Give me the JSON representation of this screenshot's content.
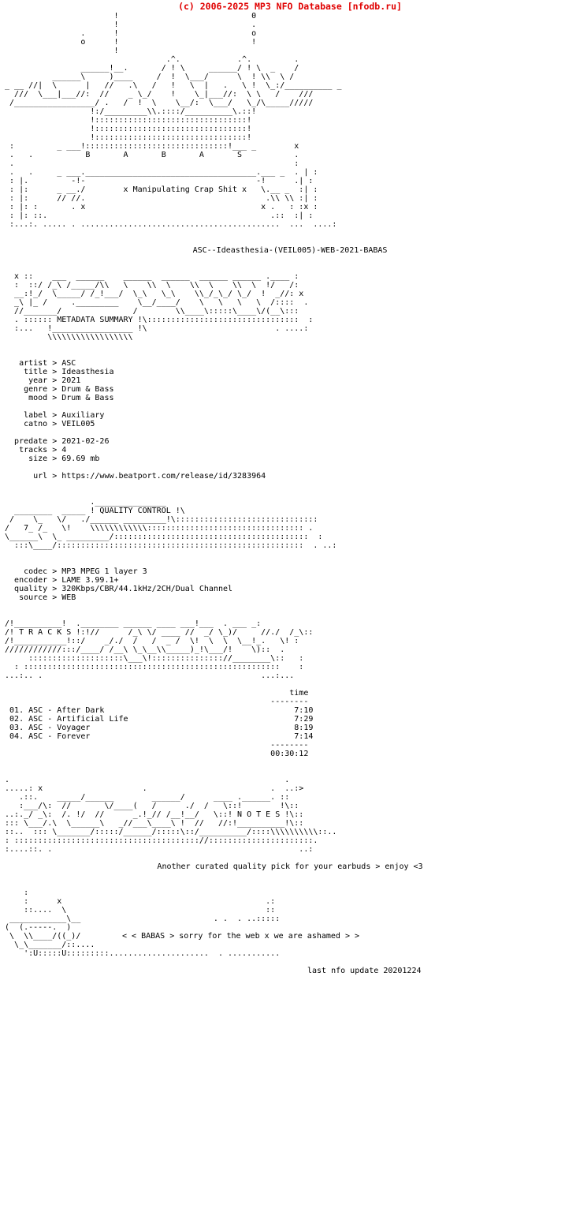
{
  "site_header": "(c) 2006-2025 MP3 NFO Database [nfodb.ru]",
  "group": {
    "name": "BABAS",
    "letters": "B       A       B       A       S",
    "tagline": "x Manipulating Crap Shit x"
  },
  "release": {
    "dirname": "ASC--Ideasthesia-(VEIL005)-WEB-2021-BABAS"
  },
  "sections": {
    "metadata_label": "METADATA SUMMARY",
    "quality_label": "QUALITY CONTROL",
    "tracks_label": "T R A C K S",
    "notes_label": "N O T E S"
  },
  "metadata": {
    "rows": [
      {
        "key": "artist",
        "sep": ">",
        "value": "ASC"
      },
      {
        "key": "title",
        "sep": ">",
        "value": "Ideasthesia"
      },
      {
        "key": "year",
        "sep": ">",
        "value": "2021"
      },
      {
        "key": "genre",
        "sep": ">",
        "value": "Drum & Bass"
      },
      {
        "key": "mood",
        "sep": ">",
        "value": "Drum & Bass"
      },
      {
        "key": "label",
        "sep": ">",
        "value": "Auxiliary"
      },
      {
        "key": "catno",
        "sep": ">",
        "value": "VEIL005"
      },
      {
        "key": "predate",
        "sep": ">",
        "value": "2021-02-26"
      },
      {
        "key": "tracks",
        "sep": ">",
        "value": "4"
      },
      {
        "key": "size",
        "sep": ">",
        "value": "69.69 mb"
      },
      {
        "key": "url",
        "sep": ">",
        "value": "https://www.beatport.com/release/id/3283964"
      }
    ],
    "text": "    artist > ASC\n     title > Ideasthesia\n      year > 2021\n     genre > Drum & Bass\n      mood > Drum & Bass\n\n     label > Auxiliary\n     catno > VEIL005\n\n   predate > 2021-02-26\n    tracks > 4\n      size > 69.69 mb\n\n       url > https://www.beatport.com/release/id/3283964"
  },
  "quality": {
    "rows": [
      {
        "key": "codec",
        "sep": ">",
        "value": "MP3 MPEG 1 layer 3"
      },
      {
        "key": "encoder",
        "sep": ">",
        "value": "LAME 3.99.1+"
      },
      {
        "key": "quality",
        "sep": ">",
        "value": "320Kbps/CBR/44.1kHz/2CH/Dual Channel"
      },
      {
        "key": "source",
        "sep": ">",
        "value": "WEB"
      }
    ],
    "text": "     codec > MP3 MPEG 1 layer 3\n   encoder > LAME 3.99.1+\n   quality > 320Kbps/CBR/44.1kHz/2CH/Dual Channel\n    source > WEB"
  },
  "tracklist": {
    "time_header": "time",
    "divider": "--------",
    "total": "00:30:12",
    "tracks": [
      {
        "num": "01.",
        "artist": "ASC",
        "dash": "-",
        "title": "After Dark",
        "time": "7:10"
      },
      {
        "num": "02.",
        "artist": "ASC",
        "dash": "-",
        "title": "Artificial Life",
        "time": "7:29"
      },
      {
        "num": "03.",
        "artist": "ASC",
        "dash": "-",
        "title": "Voyager",
        "time": "8:19"
      },
      {
        "num": "04.",
        "artist": "ASC",
        "dash": "-",
        "title": "Forever",
        "time": "7:14"
      }
    ],
    "text": "                                                             time\n                                                         --------\n  01. ASC - After Dark                                        7:10\n  02. ASC - Artificial Life                                   7:29\n  03. ASC - Voyager                                           8:19\n  04. ASC - Forever                                           7:14\n                                                         --------\n                                                         00:30:12"
  },
  "notes": {
    "body": "Another curated quality pick for your earbuds > enjoy <3",
    "signature": "< < BABAS > sorry for the web x we are ashamed > >",
    "last_update": "last nfo update 20201224"
  },
  "ascii": {
    "logo": "                        !                            0\n                        !                            .\n                 .      !                            o\n                 o      !                            !\n                        !\n                                   .^.            .^.         .\n                 ______!__.       / ! \\     ______/ ! \\  _    /\n           ______\\     )____     /  !  \\___/      \\  ! \\\\  \\ /\n _ __ //|  \\      |   //   .\\   /   !   \\  |   .   \\ !  \\_:/__________ _\n   ///  \\___|___//:  //    _ \\_/    !    \\_|___//:  \\ \\   /    ///\n  /_________________/ .   /  !  \\    \\__/:  \\___/   \\_/\\_____/////\n                   !:/_________\\\\.::::/__________\\.::!\n                   !::::::::::::::::::::::::::::::::!\n                   !::::::::::::::::::::::::::::::::!\n                   !::::::::::::::::::::::::::::::::!\n",
    "babas_box": "  :         _ ___!::::::::::::::::::::::::::::::!___ _        x\n  .   .           B       A       B       A       S           .\n  .                                                           :\n  .   .     _ ___.____________________________________.___ _  . | :\n  : |.         -!-                                    -!      .| :\n  : |:      _ __./        x Manipulating Crap Shit x   \\.__ _  :| :\n  : |:      // //.                                      .\\\\ \\\\ :| :\n  : |: :       . x                                     x .   : :x :\n  : |: ::.                                               .::  :| :\n  :...:. ..... . ..........................................  ...  ....:",
    "metadata_banner": "   x ::    ___  ______    ______  ______  ______ ______ .____ :\n   :  ::/ /_\\ /_____/\\\\   \\    \\\\  \\    \\\\  \\    \\\\  \\  !/   /:\n   __:!_/  \\_____/ /_!___/  \\_\\   \\_\\    \\\\_/_\\_/ \\_/  !  _//: x\n   _\\ |_ /     ._________    \\__/____/    \\   \\   \\   \\  /::::  .\n   //_______/               /        \\\\____\\:::::\\____\\/(__\\:::\n   . :::::: METADATA SUMMARY !\\::::::::::::::::::::::::::::::::  :\n   :...   !_________________ !\\                           . ....:\n          \\\\\\\\\\\\\\\\\\\\\\\\\\\\\\\\\\\\",
    "quality_banner": "                   ._______________\n   ________  _____ ! QUALITY CONTROL !\\\n  /    \\_   \\/   ./______ _________!\\::::::::::::::::::::::::::::::\n /   7_ /_   \\!    \\\\\\\\\\\\\\\\\\\\\\\\::::::::::::::::::::::::::::::::: .\n \\______\\  \\_ _________/:::::::::::::::::::::::::::::::::::::::::  :\n   :::\\____/::::::::::::::::::::::::::::::::::::::::::::::::::::  . ..:",
    "tracks_banner": " /!__________!  .________ ______ ____ ___!___  . ___ _:\n /! T R A C K S !:!//      /_\\ \\/ ____ //  _/ \\_)/     //./  /_\\::\n /!___________!::/    _/./  /   /  _ /  \\!  \\  \\  \\__!_.   \\! :\n ////////////:::/____/ /__\\ \\_\\__\\\\_____)_!\\___/!    \\)::  .\n      ::::::::::::::::::::\\___\\!::::::::::::::://________\\::   :\n   : ::::::::::::::::::::::::::::::::::::::::::::::::::::::    :\n ...:.. .                                              ...:...",
    "notes_banner": " .                                                          .\n .....: x                     .                          .  ..:>\n    .::.    _____/______        ______/      ____ .______. ::\n    :___/\\:  //       \\/____(   /      ./  /   \\::!        !\\::\n ..:._/ _\\:  /. !/  //      _.!_// /__!__/   \\::! N O T E S !\\::\n ::: \\___/.\\  \\______\\   _//___\\____\\ !  //   //:!__________!\\::\n ::..  ::: \\_______/:::::/______/:::::\\::/__________/::::\\\\\\\\\\\\\\\\\\\\::..\n : ::::::::::::::::::::::::::::::::::::::://::::::::::::::::::::::.\n :....::. .                                                    ..:",
    "footer_art": "     :\n     :      x                                           .:\n     ::....  \\                                          ::\n  ____________\\__                            . .  . ..:::::\n (  (.-----.  )\n  \\  \\\\____/((_)/\n   \\_\\_______/::....\n     ':U:::::U:::::::::.....................  . ..........."
  }
}
